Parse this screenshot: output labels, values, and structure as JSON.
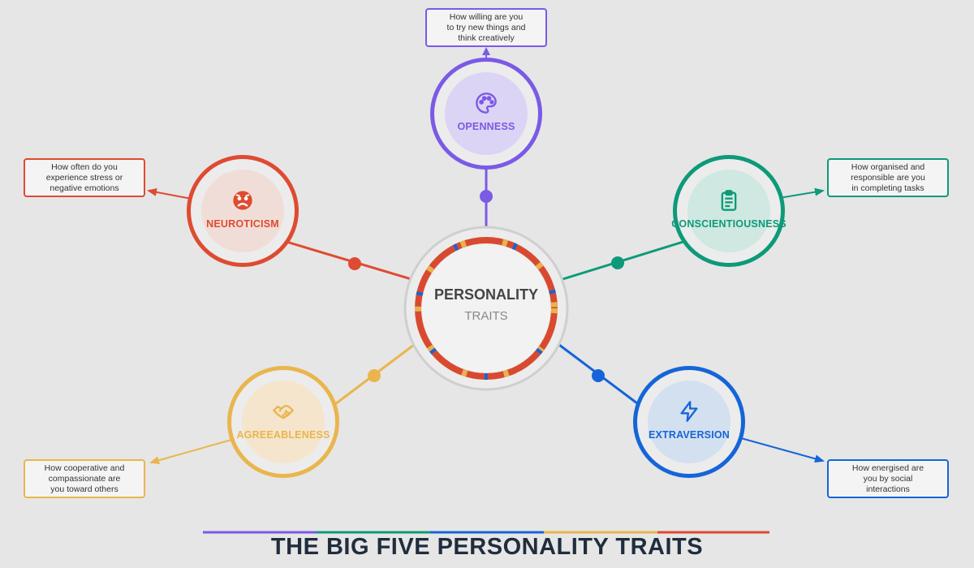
{
  "center": {
    "title": "PERSONALITY",
    "subtitle": "TRAITS"
  },
  "traits": [
    {
      "label": "OPENNESS",
      "description": "How willing are you\nto try new things and\nthink creatively",
      "color": "#7b5ae6",
      "inner": "#dcd4f4",
      "icon": "palette-icon"
    },
    {
      "label": "CONSCIENTIOUSNESS",
      "description": "How organised and\nresponsible are you\nin completing tasks",
      "color": "#0d9a79",
      "inner": "#cfe8e1",
      "icon": "clipboard-icon"
    },
    {
      "label": "EXTRAVERSION",
      "description": "How energised are\nyou by social\ninteractions",
      "color": "#1565d8",
      "inner": "#d3e0ef",
      "icon": "lightning-icon"
    },
    {
      "label": "AGREEABLENESS",
      "description": "How cooperative and\ncompassionate are\nyou toward others",
      "color": "#eab54d",
      "inner": "#f4e5cc",
      "icon": "handshake-icon"
    },
    {
      "label": "NEUROTICISM",
      "description": "How often do you\nexperience stress or\nnegative emotions",
      "color": "#de4b31",
      "inner": "#f1ddd7",
      "icon": "worried-face-icon"
    }
  ],
  "title": "THE BIG FIVE PERSONALITY TRAITS"
}
